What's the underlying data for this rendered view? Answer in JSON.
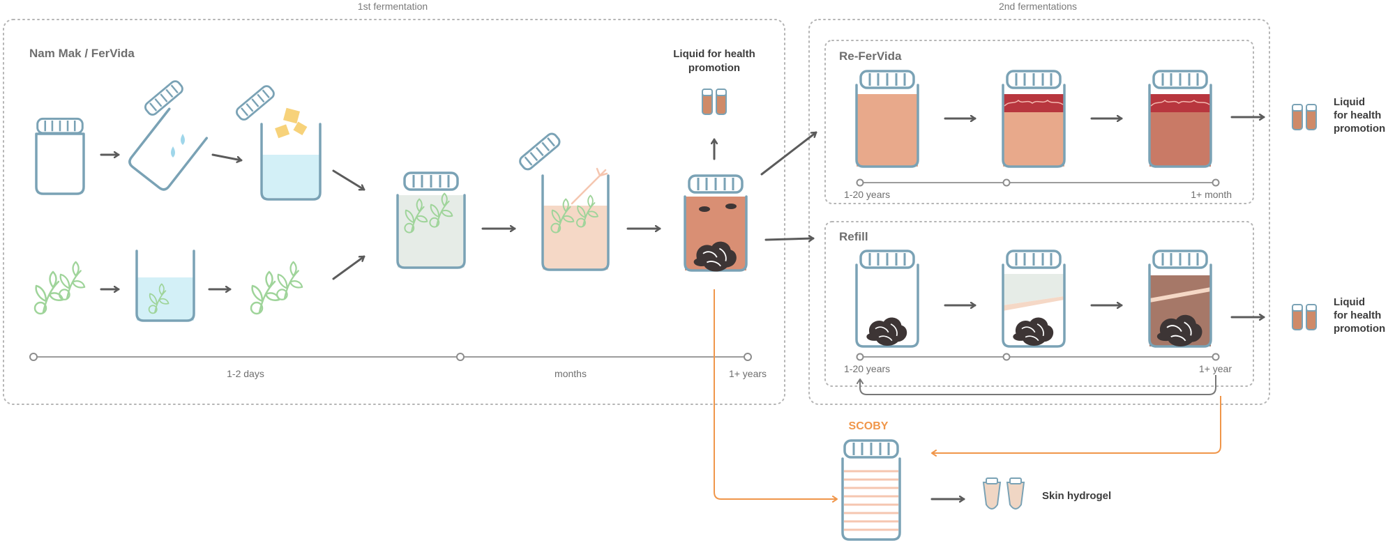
{
  "sections": {
    "first_label": "1st fermentation",
    "second_label": "2nd fermentations"
  },
  "first": {
    "title": "Nam Mak / FerVida",
    "health_line1": "Liquid for health",
    "health_line2": "promotion",
    "timeline": [
      "1-2 days",
      "months",
      "1+ years"
    ]
  },
  "refervida": {
    "title": "Re-FerVida",
    "time_start": "1-20 years",
    "time_end": "1+ month",
    "out_line1": "Liquid",
    "out_line2": "for health",
    "out_line3": "promotion"
  },
  "refill": {
    "title": "Refill",
    "time_start": "1-20 years",
    "time_end": "1+ year",
    "out_line1": "Liquid",
    "out_line2": "for health",
    "out_line3": "promotion"
  },
  "scoby": {
    "title": "SCOBY",
    "product": "Skin hydrogel"
  },
  "colors": {
    "jar_outline": "#7aa2b5",
    "liquid_amber": "#e8a98b",
    "liquid_dark": "#c9806a",
    "water": "#d3f0f7",
    "leaves": "#9fd49a",
    "fruit_dark": "#3d3535",
    "scoby_accent": "#f0964a"
  },
  "icons": [
    "jar-icon",
    "lid-icon",
    "water-drops-icon",
    "sugar-cubes-icon",
    "leaves-icon",
    "hand-icon",
    "bottle-icon",
    "tube-icon",
    "arrow-icon"
  ]
}
